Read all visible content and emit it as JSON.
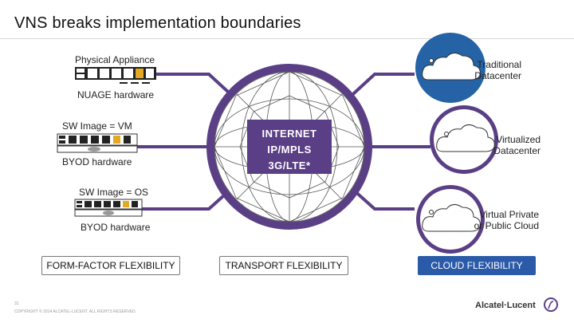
{
  "title": "VNS breaks implementation boundaries",
  "left": {
    "physical_appliance": "Physical Appliance",
    "nuage_hardware": "NUAGE hardware",
    "sw_image_vm": "SW Image = VM",
    "byod_hardware_1": "BYOD hardware",
    "sw_image_os": "SW Image = OS",
    "byod_hardware_2": "BYOD hardware"
  },
  "center": {
    "line1": "INTERNET",
    "line2": "IP/MPLS",
    "line3": "3G/LTE*"
  },
  "right": {
    "traditional": [
      "Traditional",
      "Datacenter"
    ],
    "virtualized": [
      "Virtualized",
      "Datacenter"
    ],
    "virtual_private": [
      "Virtual Private",
      "or Public Cloud"
    ]
  },
  "buttons": {
    "form_factor": "FORM-FACTOR FLEXIBILITY",
    "transport": "TRANSPORT FLEXIBILITY",
    "cloud": "CLOUD FLEXIBILITY"
  },
  "footer": {
    "page": "31",
    "copyright": "COPYRIGHT © 2014 ALCATEL-LUCENT. ALL RIGHTS RESERVED.",
    "logo": "Alcatel·Lucent"
  },
  "colors": {
    "purple": "#5b3f86",
    "blue_fill": "#2563a6",
    "button_blue": "#2a5aa8"
  }
}
